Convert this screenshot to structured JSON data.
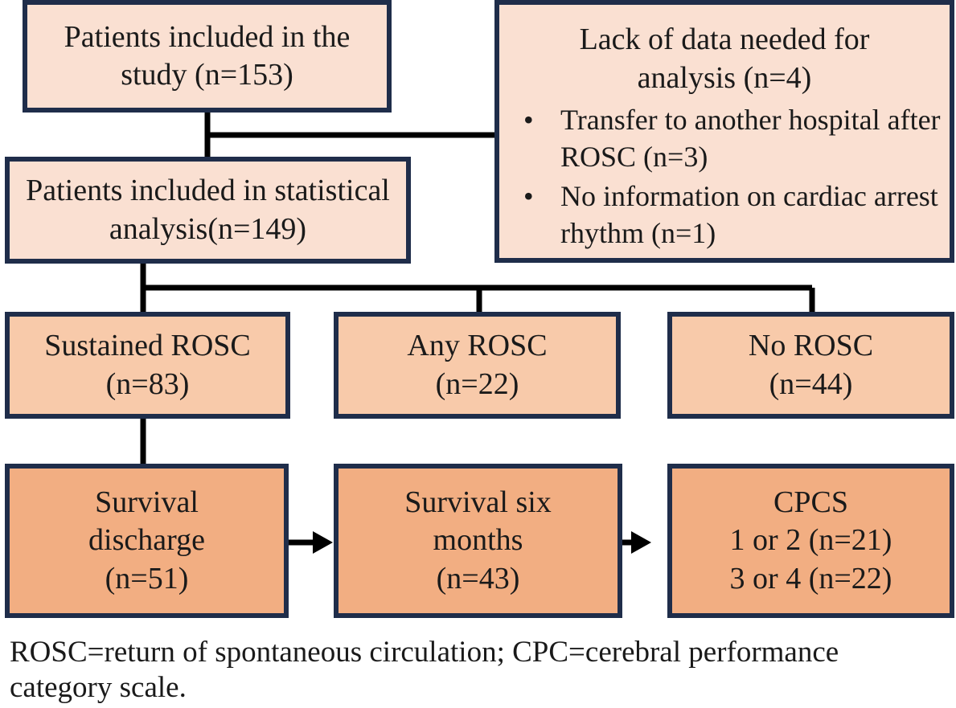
{
  "nodes": {
    "included": {
      "text": "Patients included in the study (n=153)"
    },
    "statistical": {
      "text": "Patients included in statistical analysis(n=149)"
    },
    "excluded": {
      "title": "Lack of data needed for analysis (n=4)",
      "bullets": [
        "Transfer to another hospital after ROSC (n=3)",
        "No information on cardiac arrest rhythm (n=1)"
      ]
    },
    "sustained_rosc": {
      "label": "Sustained ROSC",
      "count": "(n=83)"
    },
    "any_rosc": {
      "label": "Any ROSC",
      "count": "(n=22)"
    },
    "no_rosc": {
      "label": "No ROSC",
      "count": "(n=44)"
    },
    "survival_discharge": {
      "line1": "Survival",
      "line2": "discharge",
      "count": "(n=51)"
    },
    "survival_six_months": {
      "line1": "Survival six",
      "line2": "months",
      "count": "(n=43)"
    },
    "cpcs": {
      "title": "CPCS",
      "line1": "1 or 2 (n=21)",
      "line2": "3 or 4 (n=22)"
    }
  },
  "footnote": "ROSC=return of spontaneous circulation; CPC=cerebral performance category scale.",
  "colors": {
    "border": "#1f2d4a",
    "fill_light": "#fae0d2",
    "fill_mid": "#f8caaa",
    "fill_dark": "#f2ae82",
    "connector": "#000000"
  }
}
